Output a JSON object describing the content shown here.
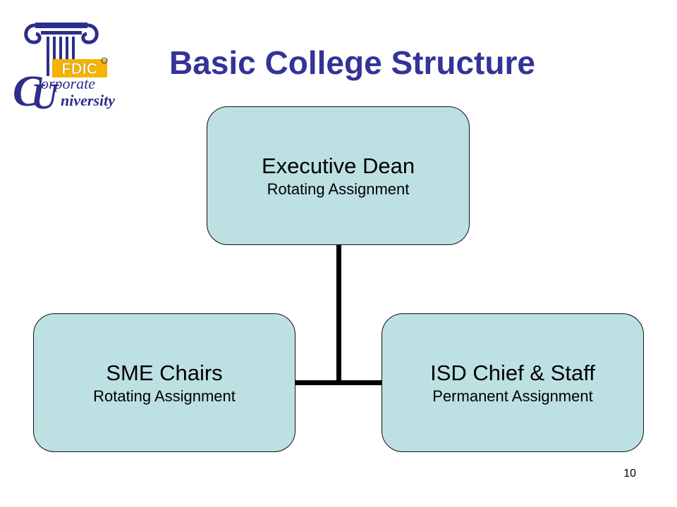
{
  "slide": {
    "title": "Basic College Structure",
    "page_number": "10"
  },
  "logo": {
    "icon": "fdic-corporate-university-logo",
    "acronym": "FDIC",
    "line1": "orporate",
    "line2": "niversity",
    "colors": {
      "navy": "#2b2f8a",
      "gold": "#f4b400"
    }
  },
  "org_chart": {
    "nodes": [
      {
        "id": "executive-dean",
        "name": "Executive Dean",
        "subtitle": "Rotating Assignment"
      },
      {
        "id": "sme-chairs",
        "name": "SME Chairs",
        "subtitle": "Rotating Assignment"
      },
      {
        "id": "isd-chief-staff",
        "name": "ISD Chief & Staff",
        "subtitle": "Permanent Assignment"
      }
    ],
    "edges": [
      {
        "from": "executive-dean",
        "to": "sme-chairs"
      },
      {
        "from": "executive-dean",
        "to": "isd-chief-staff"
      }
    ],
    "colors": {
      "box_fill": "#bde0e3",
      "connector": "#000000"
    }
  },
  "theme": {
    "title_color": "#333399"
  }
}
